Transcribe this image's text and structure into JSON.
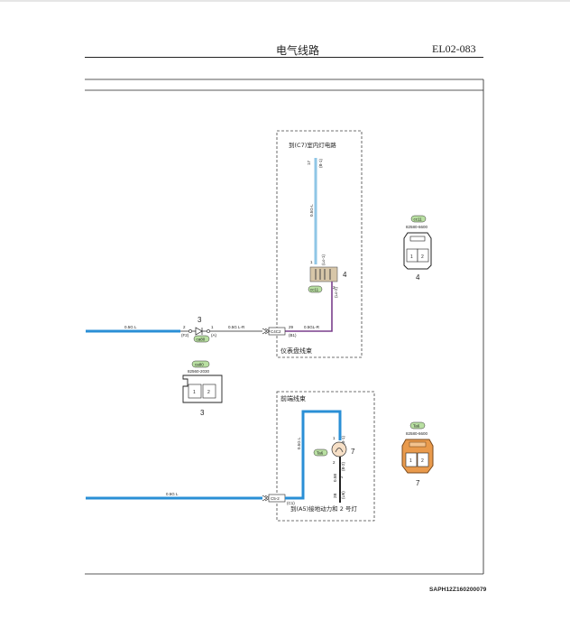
{
  "header": {
    "title": "电气线路",
    "page_code": "EL02-083"
  },
  "footer": {
    "doc_code": "SAPH12Z160200079"
  },
  "upper_block": {
    "dest_label": "到(C7)室内灯电路",
    "harness_label": "仪表盘线束",
    "wire_main": "0.5G-L",
    "wire_main_pin": "17",
    "wire_main_pin_sub": "(B-1)",
    "wire_out": "0.5GL-R",
    "wire_out_ref": "(B1)",
    "wire_out_pin": "29",
    "connector_ref": "C4C2",
    "lamp_pin_top": "1",
    "lamp_pin_top_sub": "(Lo-1)",
    "lamp_pin_bot": "2",
    "lamp_pin_bot_sub": "(Lo-2)",
    "lamp_tag": "cc11",
    "lamp_number": "4"
  },
  "connector_4": {
    "tag": "cc11",
    "part_no": "82580-6600",
    "pins": [
      "1",
      "2"
    ],
    "number": "4"
  },
  "left_run": {
    "wire_left": "0.5G L",
    "diode_number": "3",
    "diode_pin_left": "2",
    "diode_pin_left_sub": "(F2)",
    "diode_pin_right": "1",
    "diode_pin_right_sub": "(A)",
    "diode_tag": "ca80",
    "wire_right": "0.5G L-R"
  },
  "connector_3": {
    "tag": "ca80",
    "part_no": "82560-2030",
    "pins": [
      "1",
      "2"
    ],
    "number": "3"
  },
  "lower_block": {
    "harness_label": "前端线束",
    "dest_label": "到(A5)接地动力和 2 号灯",
    "wire_left": "0.5G L",
    "wire_vertical": "0.5G L",
    "connector_ref": "C5-2",
    "connector_ref_sub": "(C1)",
    "lamp_pin_top": "1",
    "lamp_pin_top_sub": "(B-1)",
    "lamp_pin_bot": "2",
    "lamp_pin_bot_sub": "(B-2)",
    "lamp_tag": "Ta6",
    "lamp_number": "7",
    "ground_wire": "0.5B",
    "ground_pin": "2",
    "ground_wire_b": "2B",
    "ground_ref": "(U6)"
  },
  "connector_7": {
    "tag": "Ta6",
    "part_no": "82580-6600",
    "pins": [
      "1",
      "2"
    ],
    "number": "7"
  },
  "colors": {
    "wire_blue": "#2a8fd6",
    "wire_light_blue": "#8fc6e6",
    "wire_purple": "#7a3f8c",
    "connector_orange": "#e99a4c",
    "tag_green": "#b9e0a2",
    "ground_black": "#222222"
  }
}
